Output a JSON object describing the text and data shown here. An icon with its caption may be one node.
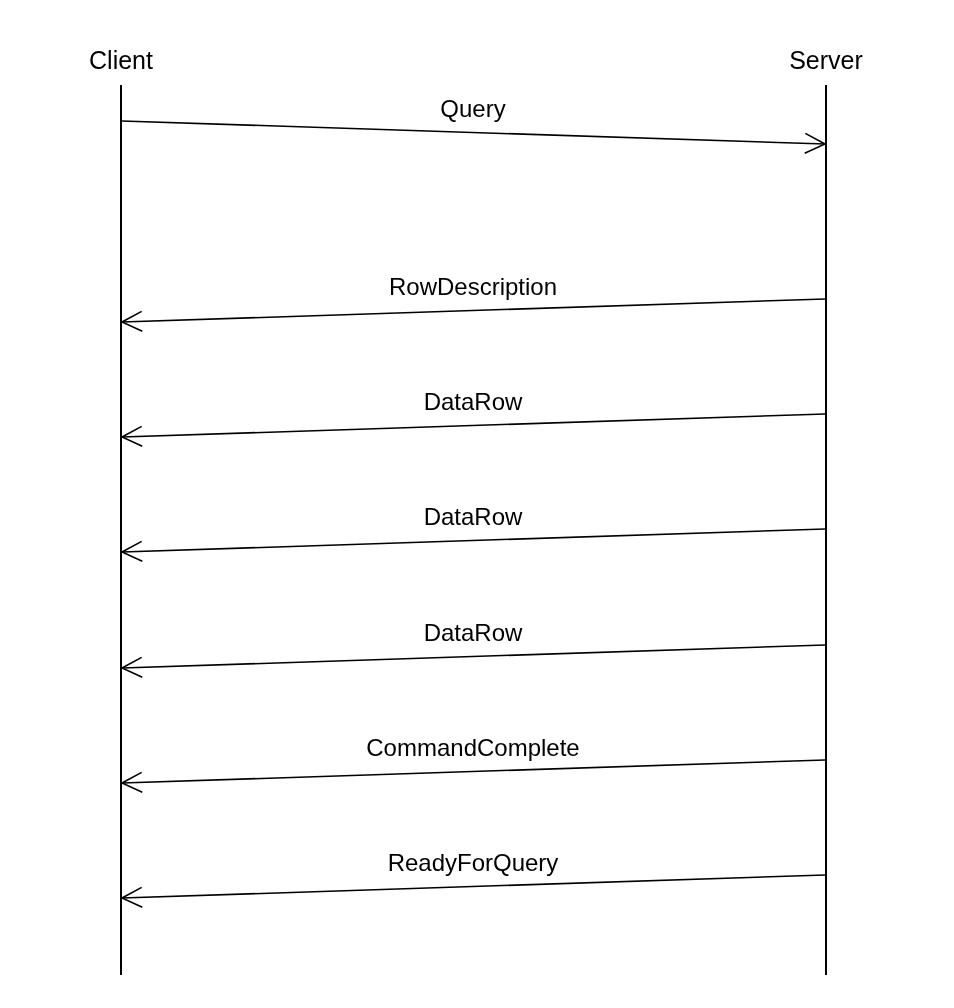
{
  "diagram": {
    "nodes": [
      {
        "text": [
          "Client"
        ]
      },
      {
        "text": [
          "Server"
        ]
      },
      {
        "text": [],
        "shape": "bar"
      },
      {
        "text": [],
        "shape": "bar"
      }
    ],
    "edges": [
      {
        "from": 2,
        "to": 3,
        "arrow": "to",
        "label": "Query"
      },
      {
        "from": 3,
        "to": 2,
        "arrow": "to",
        "label": "RowDescription"
      },
      {
        "from": 3,
        "to": 2,
        "arrow": "to",
        "label": "DataRow"
      },
      {
        "from": 3,
        "to": 2,
        "arrow": "to",
        "label": "DataRow"
      },
      {
        "from": 3,
        "to": 2,
        "arrow": "to",
        "label": "DataRow"
      },
      {
        "from": 3,
        "to": 2,
        "arrow": "to",
        "label": "CommandComplete"
      },
      {
        "from": 3,
        "to": 2,
        "arrow": "to",
        "label": "ReadyForQuery"
      }
    ]
  }
}
